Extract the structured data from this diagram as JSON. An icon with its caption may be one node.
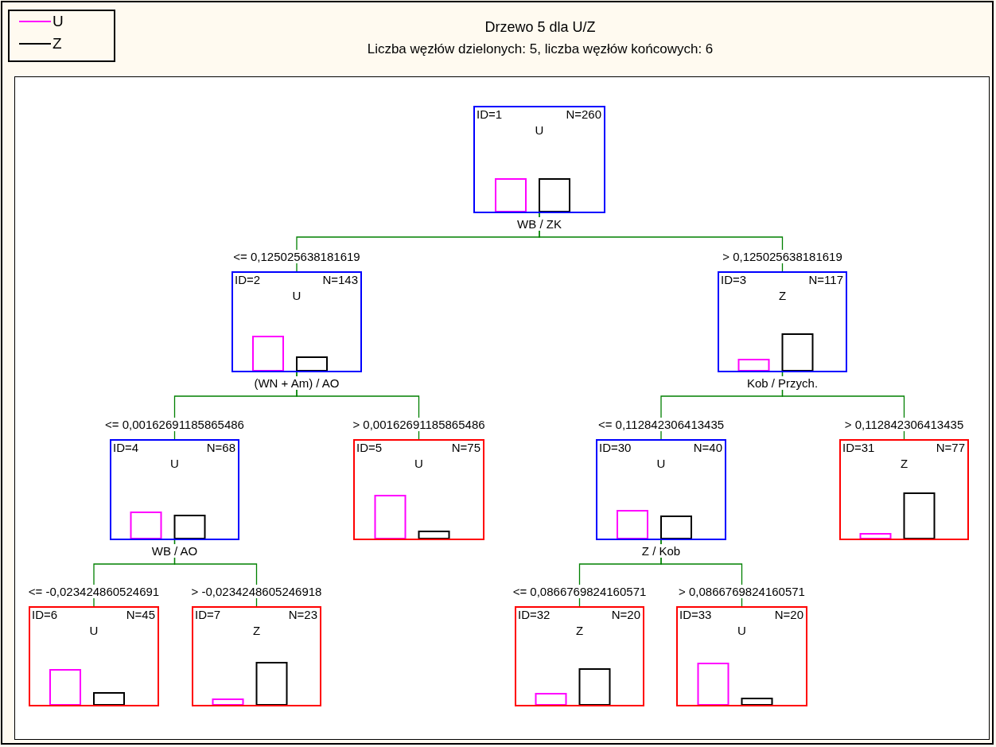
{
  "diagram": {
    "title": "Drzewo 5 dla U/Z",
    "nodes": [
      {
        "text": [
          "ID=1",
          "N=260",
          "U"
        ],
        "beside": [
          "WB / ZK"
        ]
      },
      {
        "text": [
          "ID=2",
          "N=143",
          "U"
        ],
        "beside": [
          "(WN + Am) / AO"
        ]
      },
      {
        "text": [
          "ID=3",
          "N=117",
          "Z"
        ],
        "beside": [
          "Kob / Przych."
        ]
      },
      {
        "text": [
          "ID=4",
          "N=68",
          "U"
        ],
        "beside": [
          "WB / AO"
        ]
      },
      {
        "text": [
          "ID=5",
          "N=75",
          "U"
        ]
      },
      {
        "text": [
          "ID=30",
          "N=40",
          "U"
        ],
        "beside": [
          "Z / Kob"
        ]
      },
      {
        "text": [
          "ID=31",
          "N=77",
          "Z"
        ]
      },
      {
        "text": [
          "ID=6",
          "N=45",
          "U"
        ]
      },
      {
        "text": [
          "ID=7",
          "N=23",
          "Z"
        ]
      },
      {
        "text": [
          "ID=32",
          "N=20",
          "Z"
        ]
      },
      {
        "text": [
          "ID=33",
          "N=20",
          "U"
        ]
      }
    ],
    "edges": [
      {
        "from": 0,
        "to": 1,
        "arrow": "none",
        "label": "<= 0,125025638181619"
      },
      {
        "from": 0,
        "to": 2,
        "arrow": "none",
        "label": "> 0,125025638181619"
      },
      {
        "from": 1,
        "to": 3,
        "arrow": "none",
        "label": "<= 0,00162691185865486"
      },
      {
        "from": 1,
        "to": 4,
        "arrow": "none",
        "label": "> 0,00162691185865486"
      },
      {
        "from": 2,
        "to": 5,
        "arrow": "none",
        "label": "<= 0,112842306413435"
      },
      {
        "from": 2,
        "to": 6,
        "arrow": "none",
        "label": "> 0,112842306413435"
      },
      {
        "from": 3,
        "to": 7,
        "arrow": "none",
        "label": "<= -0,023424860524691"
      },
      {
        "from": 3,
        "to": 8,
        "arrow": "none",
        "label": "> -0,0234248605246918"
      },
      {
        "from": 5,
        "to": 9,
        "arrow": "none",
        "label": "<= 0,0866769824160571"
      },
      {
        "from": 5,
        "to": 10,
        "arrow": "none",
        "label": "> 0,0866769824160571"
      }
    ],
    "labels": [
      "Liczba węzłów dzielonych: 5, liczba węzłów końcowych: 6"
    ],
    "legend": [
      {
        "text": "U"
      },
      {
        "text": "Z"
      }
    ]
  }
}
